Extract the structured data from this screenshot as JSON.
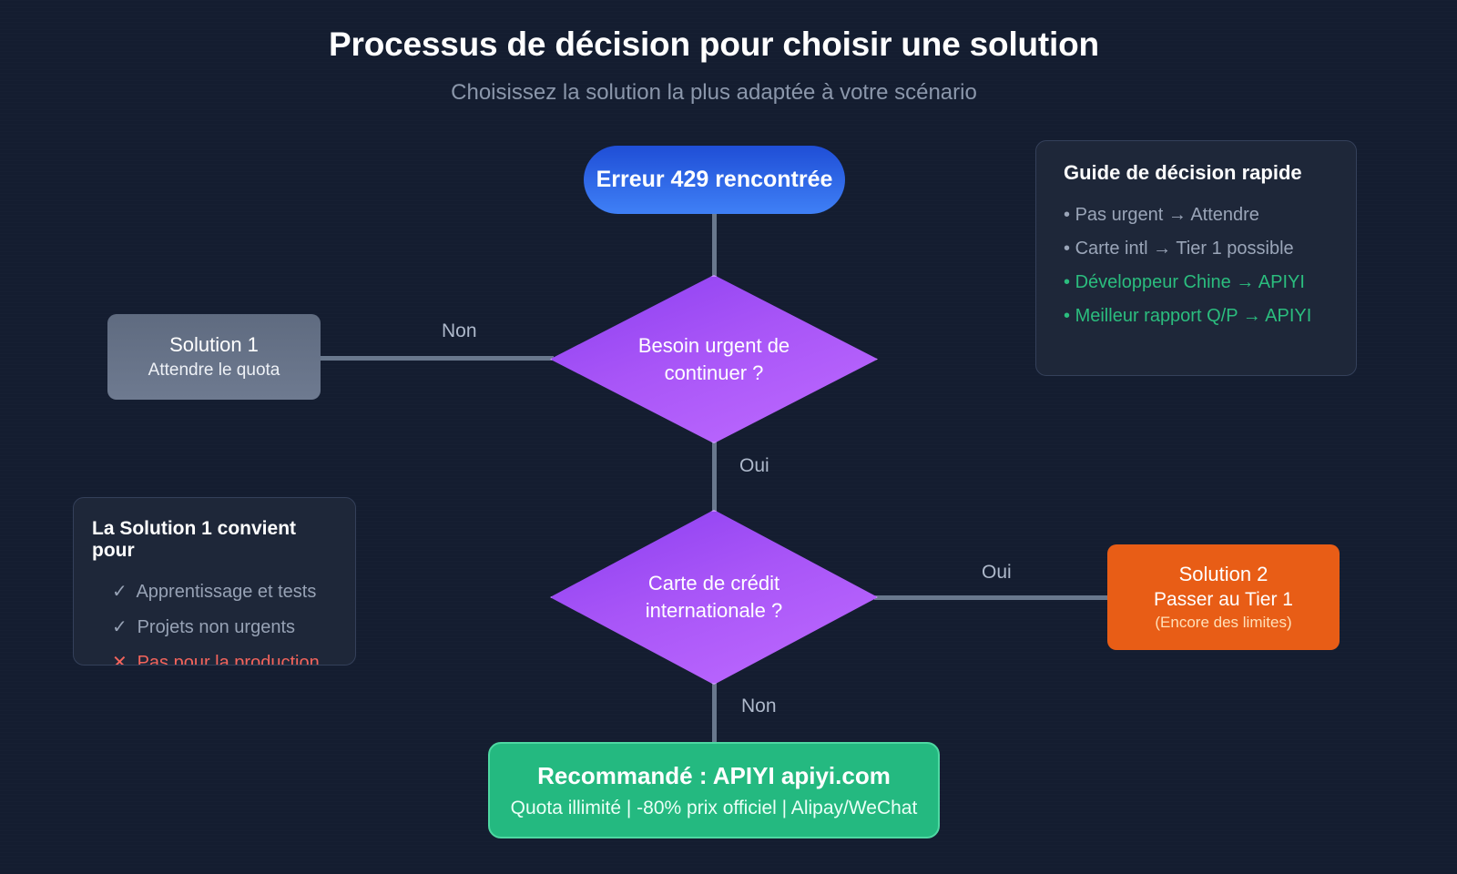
{
  "header": {
    "title": "Processus de décision pour choisir une solution",
    "subtitle": "Choisissez la solution la plus adaptée à votre scénario"
  },
  "flow": {
    "start": {
      "label": "Erreur 429 rencontrée"
    },
    "decision_1": {
      "line1": "Besoin urgent de",
      "line2": "continuer ?"
    },
    "decision_2": {
      "line1": "Carte de crédit",
      "line2": "internationale ?"
    },
    "solution_1": {
      "title": "Solution 1",
      "subtitle": "Attendre le quota"
    },
    "solution_2": {
      "title": "Solution 2",
      "subtitle": "Passer au Tier 1",
      "note": "(Encore des limites)"
    },
    "recommendation": {
      "title": "Recommandé : APIYI apiyi.com",
      "subtitle": "Quota illimité | -80% prix officiel | Alipay/WeChat"
    },
    "edge_labels": {
      "decision1_no": "Non",
      "decision1_yes": "Oui",
      "decision2_yes": "Oui",
      "decision2_no": "Non"
    }
  },
  "guide_panel": {
    "title": "Guide de décision rapide",
    "items": [
      {
        "bullet": "•",
        "text": "Pas urgent → Attendre",
        "accent": false
      },
      {
        "bullet": "•",
        "text": "Carte intl → Tier 1 possible",
        "accent": false
      },
      {
        "bullet": "•",
        "text": "Développeur Chine → APIYI",
        "accent": true
      },
      {
        "bullet": "•",
        "text": "Meilleur rapport Q/P → APIYI",
        "accent": true
      }
    ]
  },
  "suits_panel": {
    "title": "La Solution 1 convient pour",
    "items": [
      {
        "mark": "✓",
        "text": "Apprentissage et tests",
        "negative": false
      },
      {
        "mark": "✓",
        "text": "Projets non urgents",
        "negative": false
      },
      {
        "mark": "✕",
        "text": "Pas pour la production",
        "negative": true
      }
    ]
  },
  "colors": {
    "background": "#141d30",
    "start_node": "#2f66e4",
    "decision_node": "#a855f7",
    "solution1_node": "#687486",
    "solution2_node": "#e85d16",
    "recommend_node": "#24b980",
    "accent_green": "#2bbd7e",
    "negative_red": "#f4645c",
    "connector": "#69788d"
  }
}
